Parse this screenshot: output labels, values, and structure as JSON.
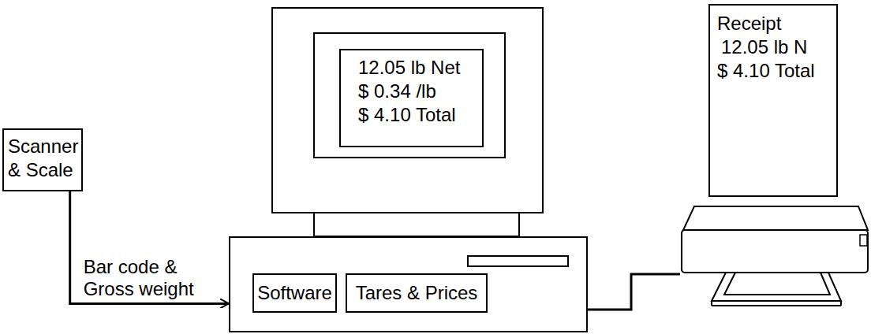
{
  "diagram": {
    "nodes": [
      {
        "text": [
          "Scanner & Scale"
        ]
      },
      {
        "text": [
          "12.05 lb Net",
          "$ 0.34 /lb",
          "$ 4.10 Total"
        ]
      },
      {
        "text": []
      },
      {
        "text": [
          "Software"
        ],
        "in": 2
      },
      {
        "text": [
          "Tares & Prices"
        ],
        "in": 2
      },
      {
        "text": [
          "Receipt",
          "12.05 lb N",
          "$ 4.10 Total"
        ]
      }
    ],
    "edges": [
      {
        "from": 0,
        "to": 2,
        "label": "Bar code & Gross weight",
        "arrow": "to"
      }
    ]
  }
}
